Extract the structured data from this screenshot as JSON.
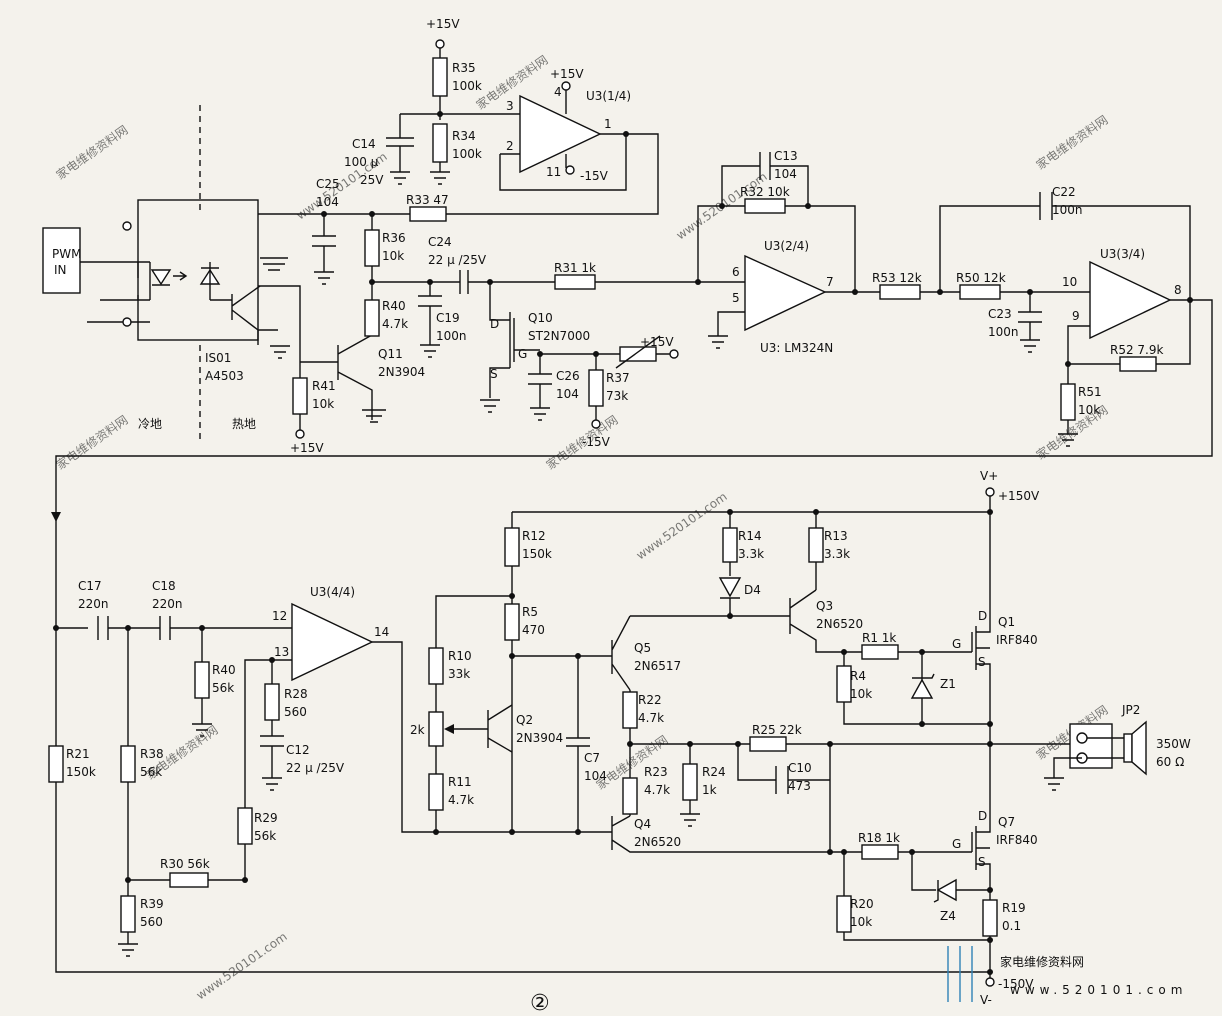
{
  "labels": {
    "pwm": [
      "PWM",
      "IN"
    ],
    "iso": [
      "IS01",
      "A4503"
    ],
    "cold": "冷地",
    "hot": "热地",
    "v15": "+15V",
    "vneg15": "-15V",
    "u3_1": "U3(1/4)",
    "u3_2": "U3(2/4)",
    "u3_3": "U3(3/4)",
    "u3_4": "U3(4/4)",
    "u3_type": "U3: LM324N",
    "r35": [
      "R35",
      "100k"
    ],
    "r34": [
      "R34",
      "100k"
    ],
    "c14": [
      "C14",
      "100 μ",
      "25V"
    ],
    "c25": [
      "C25",
      "104"
    ],
    "r33": "R33  47",
    "r36": [
      "R36",
      "10k"
    ],
    "r40a": [
      "R40",
      "4.7k"
    ],
    "c19": [
      "C19",
      "100n"
    ],
    "c24": [
      "C24",
      "22 μ /25V"
    ],
    "r31": "R31  1k",
    "q10": [
      "Q10",
      "ST2N7000"
    ],
    "c26": [
      "C26",
      "104"
    ],
    "r37": [
      "R37",
      "73k"
    ],
    "c13": [
      "C13",
      "104"
    ],
    "r32": "R32  10k",
    "r41": [
      "R41",
      "10k"
    ],
    "q11": [
      "Q11",
      "2N3904"
    ],
    "c22": [
      "C22",
      "100n"
    ],
    "r53": "R53  12k",
    "r50": "R50  12k",
    "c23": [
      "C23",
      "100n"
    ],
    "r52": "R52  7.9k",
    "r51": [
      "R51",
      "10k"
    ],
    "pins": [
      "4",
      "3",
      "2",
      "1",
      "11",
      "6",
      "5",
      "7",
      "10",
      "9",
      "8",
      "12",
      "13",
      "14"
    ],
    "fet_pins": [
      "D",
      "G",
      "S"
    ],
    "c17": [
      "C17",
      "220n"
    ],
    "c18": [
      "C18",
      "220n"
    ],
    "r40b": [
      "R40",
      "56k"
    ],
    "r28": [
      "R28",
      "560"
    ],
    "c12": [
      "C12",
      "22 μ /25V"
    ],
    "r29": [
      "R29",
      "56k"
    ],
    "r21": [
      "R21",
      "150k"
    ],
    "r38": [
      "R38",
      "56k"
    ],
    "r30": "R30  56k",
    "r39": [
      "R39",
      "560"
    ],
    "r12": [
      "R12",
      "150k"
    ],
    "r5": [
      "R5",
      "470"
    ],
    "r10": [
      "R10",
      "33k"
    ],
    "pot": "2k",
    "r11": [
      "R11",
      "4.7k"
    ],
    "q2": [
      "Q2",
      "2N3904"
    ],
    "c7": [
      "C7",
      "104"
    ],
    "q5": [
      "Q5",
      "2N6517"
    ],
    "r22": [
      "R22",
      "4.7k"
    ],
    "r23": [
      "R23",
      "4.7k"
    ],
    "q4": [
      "Q4",
      "2N6520"
    ],
    "r24": [
      "R24",
      "1k"
    ],
    "r25": "R25  22k",
    "c10": [
      "C10",
      "473"
    ],
    "r14": [
      "R14",
      "3.3k"
    ],
    "d4": "D4",
    "r13": [
      "R13",
      "3.3k"
    ],
    "q3": [
      "Q3",
      "2N6520"
    ],
    "r1": "R1  1k",
    "r4": [
      "R4",
      "10k"
    ],
    "z1": "Z1",
    "q1": [
      "Q1",
      "IRF840"
    ],
    "q7": [
      "Q7",
      "IRF840"
    ],
    "r18": "R18  1k",
    "r20": [
      "R20",
      "10k"
    ],
    "z4": "Z4",
    "r19": [
      "R19",
      "0.1"
    ],
    "vplus": [
      "V+",
      "+150V"
    ],
    "vminus": [
      "-150V",
      "V-"
    ],
    "jp2": "JP2",
    "spk": [
      "350W",
      "60 Ω"
    ],
    "fig": "②"
  },
  "watermark": {
    "site": "www.520101.com",
    "cn": "家电维修资料网",
    "brand": "家电维修资料网",
    "brand_url": "www.520101.com"
  },
  "colors": {
    "line": "#111111",
    "brand": "#2f82b7"
  }
}
